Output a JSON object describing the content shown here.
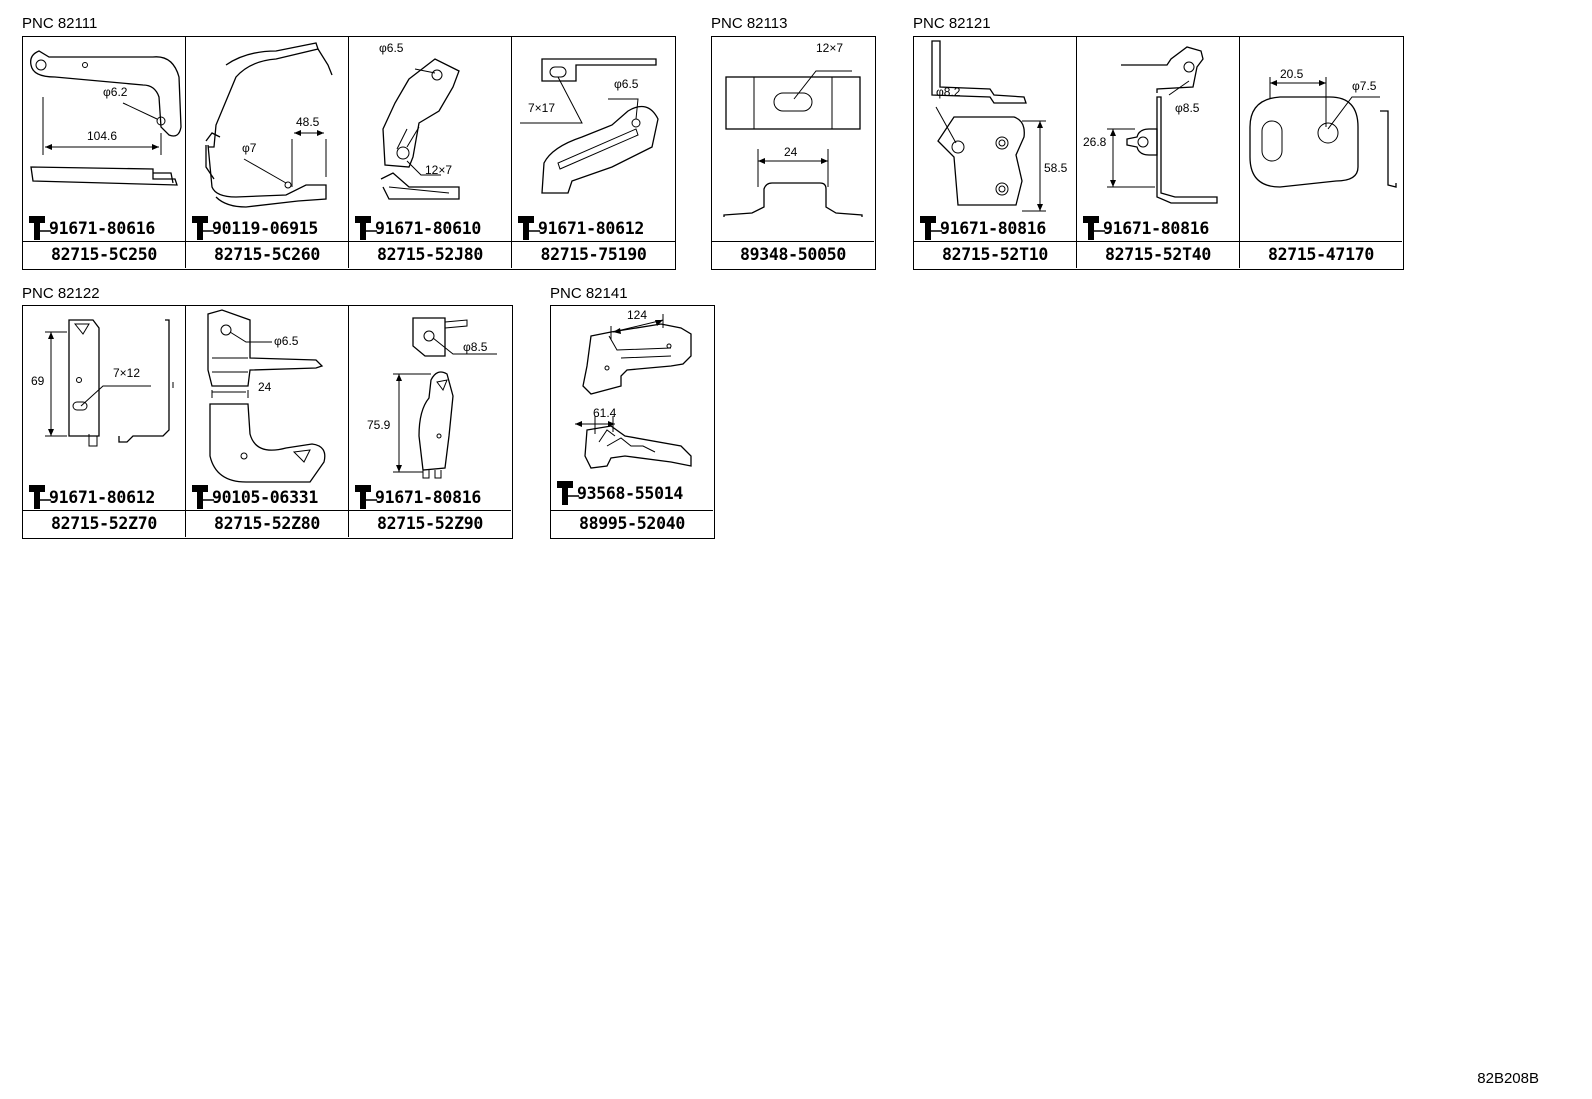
{
  "groups": [
    {
      "pnc": "PNC 82111",
      "cells": [
        {
          "bolt": "91671-80616",
          "part": "82715-5C250",
          "dims": [
            "φ6.2",
            "104.6"
          ]
        },
        {
          "bolt": "90119-06915",
          "part": "82715-5C260",
          "dims": [
            "48.5",
            "φ7"
          ]
        },
        {
          "bolt": "91671-80610",
          "part": "82715-52J80",
          "dims": [
            "φ6.5",
            "12×7"
          ]
        },
        {
          "bolt": "91671-80612",
          "part": "82715-75190",
          "dims": [
            "7×17",
            "φ6.5"
          ]
        }
      ]
    },
    {
      "pnc": "PNC 82113",
      "cells": [
        {
          "bolt": "",
          "part": "89348-50050",
          "dims": [
            "12×7",
            "24"
          ]
        }
      ]
    },
    {
      "pnc": "PNC 82121",
      "cells": [
        {
          "bolt": "91671-80816",
          "part": "82715-52T10",
          "dims": [
            "φ8.2",
            "58.5"
          ]
        },
        {
          "bolt": "91671-80816",
          "part": "82715-52T40",
          "dims": [
            "φ8.5",
            "26.8"
          ]
        },
        {
          "bolt": "",
          "part": "82715-47170",
          "dims": [
            "20.5",
            "φ7.5"
          ]
        }
      ]
    },
    {
      "pnc": "PNC 82122",
      "cells": [
        {
          "bolt": "91671-80612",
          "part": "82715-52Z70",
          "dims": [
            "69",
            "7×12"
          ]
        },
        {
          "bolt": "90105-06331",
          "part": "82715-52Z80",
          "dims": [
            "φ6.5",
            "24"
          ]
        },
        {
          "bolt": "91671-80816",
          "part": "82715-52Z90",
          "dims": [
            "φ8.5",
            "75.9"
          ]
        }
      ]
    },
    {
      "pnc": "PNC 82141",
      "cells": [
        {
          "bolt": "93568-55014",
          "part": "88995-52040",
          "dims": [
            "124",
            "61.4"
          ]
        }
      ]
    }
  ],
  "illustration_code": "82B208B"
}
